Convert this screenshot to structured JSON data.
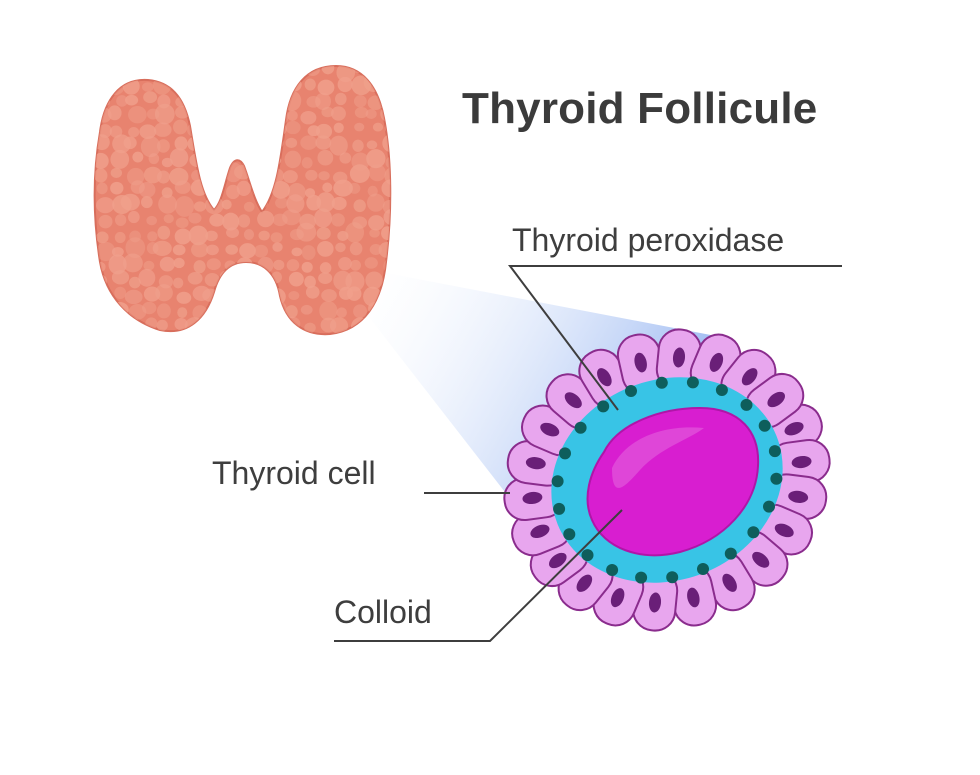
{
  "title": "Thyroid Follicule",
  "labels": {
    "thyroid_peroxidase": "Thyroid peroxidase",
    "thyroid_cell": "Thyroid cell",
    "colloid": "Colloid"
  },
  "colors": {
    "gland_fill": "#e8836f",
    "gland_lobule": "#f0a08c",
    "cell_fill": "#e8a6ee",
    "cell_outline": "#8a2c8d",
    "nucleus": "#6a1f78",
    "cyan_layer": "#38c4e6",
    "peroxidase_dot": "#0e5e5c",
    "colloid": "#d81ed0",
    "zoom_beam": "#8fb0f0",
    "leader_line": "#3e3e3e"
  }
}
